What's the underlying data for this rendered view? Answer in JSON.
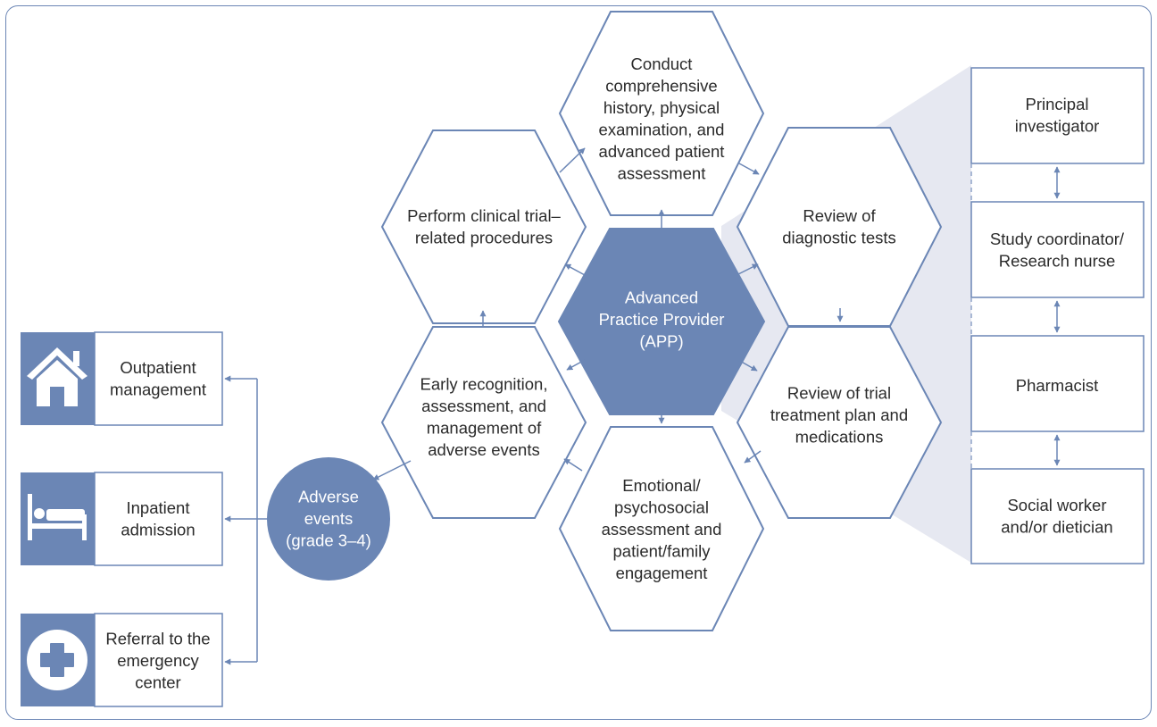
{
  "center": {
    "lines": [
      "Advanced",
      "Practice Provider",
      "(APP)"
    ]
  },
  "hexagons": {
    "top": {
      "lines": [
        "Conduct",
        "comprehensive",
        "history, physical",
        "examination, and",
        "advanced patient",
        "assessment"
      ]
    },
    "upper_right": {
      "lines": [
        "Review of",
        "diagnostic tests"
      ]
    },
    "lower_right": {
      "lines": [
        "Review of trial",
        "treatment plan and",
        "medications"
      ]
    },
    "bottom": {
      "lines": [
        "Emotional/",
        "psychosocial",
        "assessment and",
        "patient/family",
        "engagement"
      ]
    },
    "lower_left": {
      "lines": [
        "Early recognition,",
        "assessment, and",
        "management of",
        "adverse events"
      ]
    },
    "upper_left": {
      "lines": [
        "Perform clinical trial–",
        "related procedures"
      ]
    }
  },
  "adverse_events": {
    "lines": [
      "Adverse",
      "events",
      "(grade 3–4)"
    ]
  },
  "outcomes": [
    {
      "icon": "house-icon",
      "lines": [
        "Outpatient",
        "management"
      ]
    },
    {
      "icon": "bed-icon",
      "lines": [
        "Inpatient",
        "admission"
      ]
    },
    {
      "icon": "medical-cross-icon",
      "lines": [
        "Referral to the",
        "emergency",
        "center"
      ]
    }
  ],
  "team": [
    {
      "lines": [
        "Principal",
        "investigator"
      ]
    },
    {
      "lines": [
        "Study coordinator/",
        "Research nurse"
      ]
    },
    {
      "lines": [
        "Pharmacist"
      ]
    },
    {
      "lines": [
        "Social worker",
        "and/or dietician"
      ]
    }
  ],
  "colors": {
    "accent": "#6b86b5",
    "shadow": "#e6e8f1",
    "text": "#2b2b2b"
  }
}
